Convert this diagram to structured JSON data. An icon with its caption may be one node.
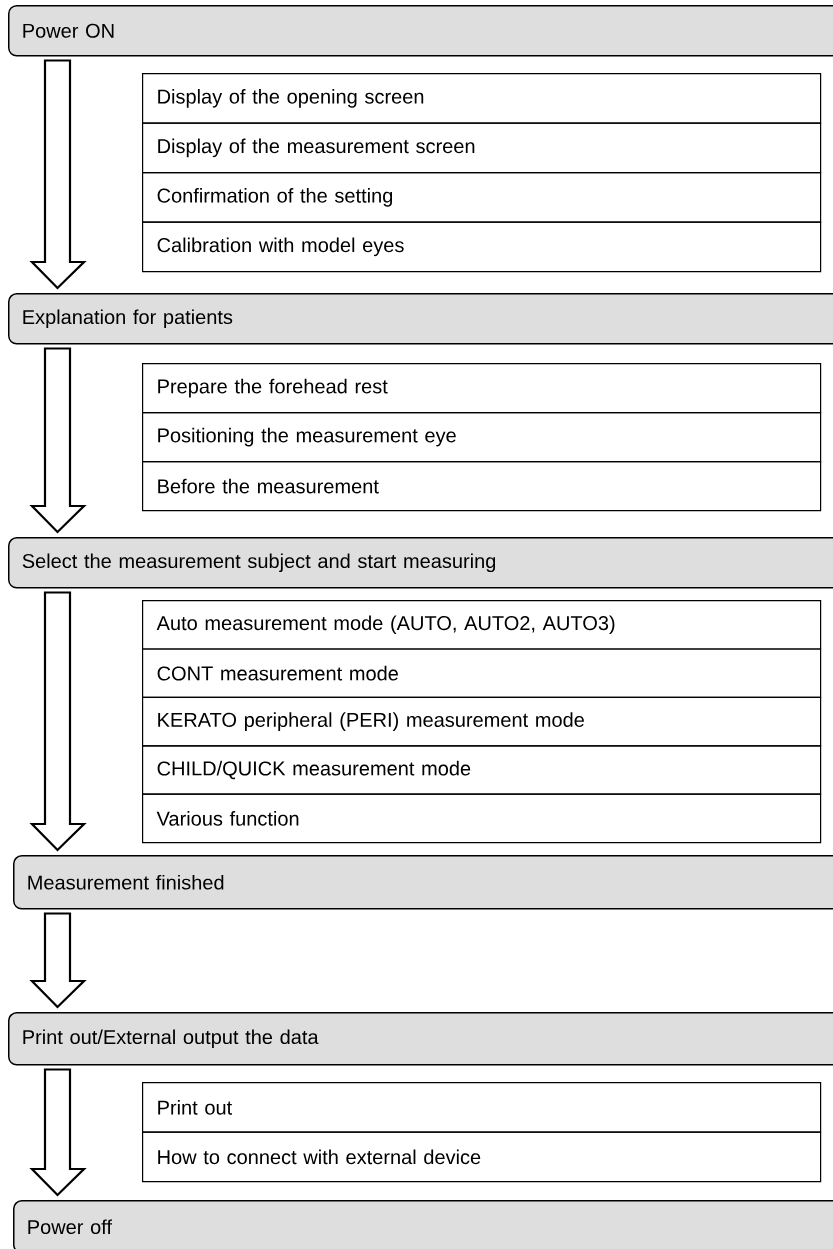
{
  "diagram": {
    "nodes": [
      {
        "text": [
          "Power ON"
        ]
      },
      {
        "text": [
          "Display of the opening screen"
        ]
      },
      {
        "text": [
          "Display of the measurement screen"
        ]
      },
      {
        "text": [
          "Confirmation of the setting"
        ]
      },
      {
        "text": [
          "Calibration with model eyes"
        ]
      },
      {
        "text": [
          "Explanation for patients"
        ]
      },
      {
        "text": [
          "Prepare the forehead rest"
        ]
      },
      {
        "text": [
          "Positioning the measurement eye"
        ]
      },
      {
        "text": [
          "Before the measurement"
        ]
      },
      {
        "text": [
          "Select the measurement subject and start measuring"
        ]
      },
      {
        "text": [
          "Auto measurement mode (AUTO, AUTO2, AUTO3)"
        ]
      },
      {
        "text": [
          "CONT measurement mode"
        ]
      },
      {
        "text": [
          "KERATO peripheral (PERI) measurement mode"
        ]
      },
      {
        "text": [
          "CHILD/QUICK measurement mode"
        ]
      },
      {
        "text": [
          "Various function"
        ]
      },
      {
        "text": [
          "Measurement finished"
        ]
      },
      {
        "text": [
          "Print out/External output the data"
        ]
      },
      {
        "text": [
          "Print out"
        ]
      },
      {
        "text": [
          "How to connect with external device"
        ]
      },
      {
        "text": [
          "Power off"
        ]
      }
    ],
    "edges": [
      {
        "from": 0,
        "to": 5,
        "arrow": "to"
      },
      {
        "from": 5,
        "to": 9,
        "arrow": "to"
      },
      {
        "from": 9,
        "to": 15,
        "arrow": "to"
      },
      {
        "from": 15,
        "to": 16,
        "arrow": "to"
      },
      {
        "from": 16,
        "to": 19,
        "arrow": "to"
      }
    ]
  }
}
